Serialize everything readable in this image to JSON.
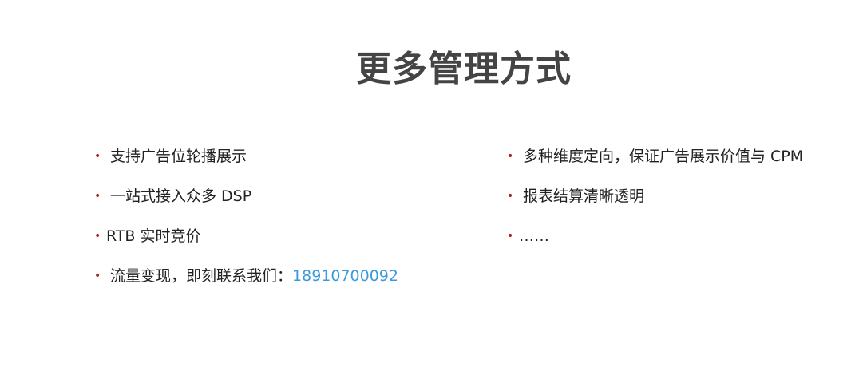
{
  "title": "更多管理方式",
  "bullet": "•",
  "left_items": [
    {
      "text": "支持广告位轮播展示"
    },
    {
      "text": "一站式接入众多 DSP"
    },
    {
      "text": "RTB 实时竞价"
    },
    {
      "text": "流量变现，即刻联系我们：",
      "phone": "18910700092"
    }
  ],
  "right_items": [
    {
      "text": "多种维度定向，保证广告展示价值与 CPM"
    },
    {
      "text": "报表结算清晰透明"
    },
    {
      "text": "……"
    }
  ],
  "colors": {
    "title": "#444444",
    "bullet": "#b21f24",
    "text": "#222222",
    "link": "#3a9bdc"
  }
}
